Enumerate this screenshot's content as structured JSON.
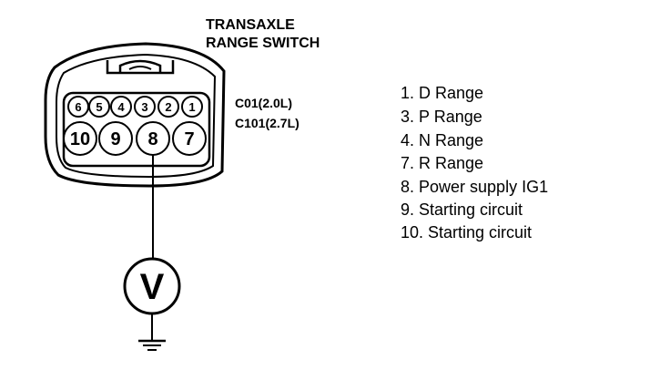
{
  "title_lines": [
    "TRANSAXLE",
    "RANGE SWITCH"
  ],
  "connector_codes": [
    "C01(2.0L)",
    "C101(2.7L)"
  ],
  "top_pins": [
    "6",
    "5",
    "4",
    "3",
    "2",
    "1"
  ],
  "bottom_pins": [
    "10",
    "9",
    "8",
    "7"
  ],
  "meter_label": "V",
  "legend": [
    "1. D Range",
    "3. P Range",
    "4. N Range",
    "7. R Range",
    "8. Power supply IG1",
    "9. Starting circuit",
    "10. Starting circuit"
  ]
}
